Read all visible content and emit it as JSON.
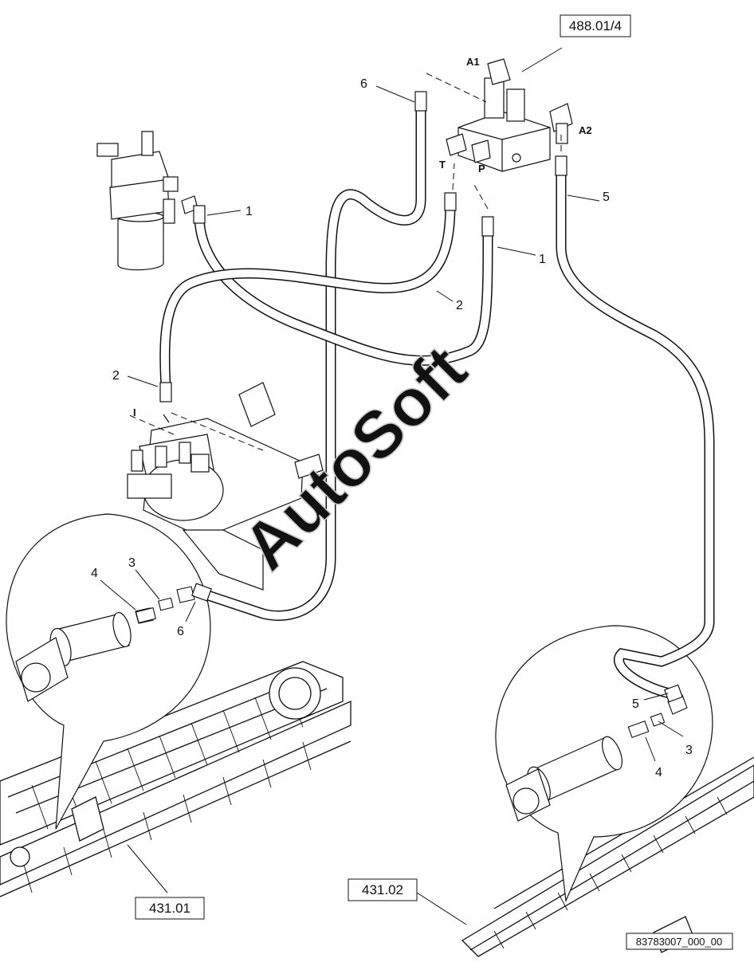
{
  "watermark": "AutoSoft",
  "reference_boxes": {
    "top": "488.01/4",
    "bottom_left": "431.01",
    "bottom_right": "431.02"
  },
  "port_labels": {
    "a1": "A1",
    "a2": "A2",
    "t": "T",
    "p": "P",
    "i": "I"
  },
  "callouts": {
    "c6_top": "6",
    "c1_filter": "1",
    "c1_right": "1",
    "c5_top": "5",
    "c2_mid": "2",
    "c2_left": "2",
    "c4_left": "4",
    "c3_left": "3",
    "c6_left": "6",
    "c5_right": "5",
    "c3_right": "3",
    "c4_right": "4"
  },
  "drawing_number": "83783007_000_00"
}
